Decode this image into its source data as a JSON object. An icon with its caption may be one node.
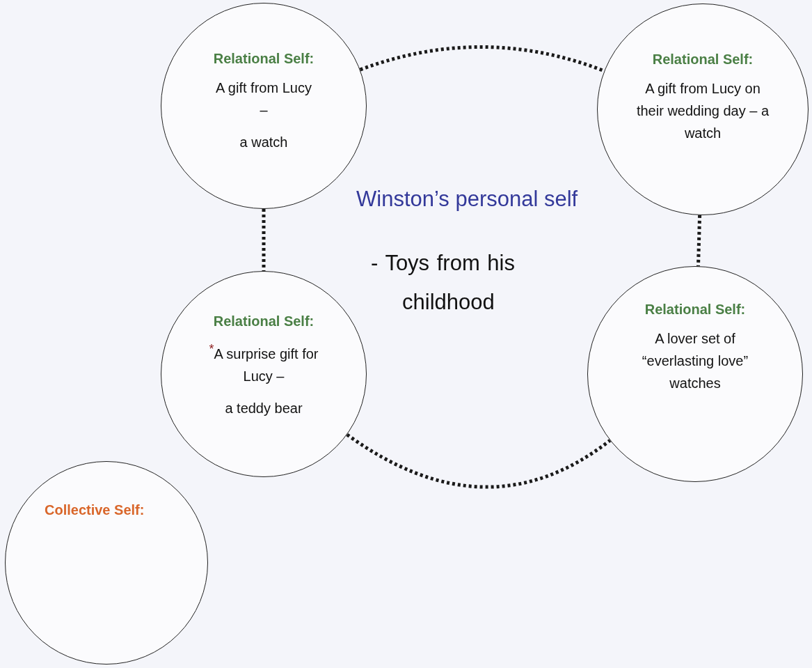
{
  "diagram": {
    "nodes": [
      {
        "text": [
          "Relational Self:",
          "A gift from Lucy –",
          "a watch"
        ]
      },
      {
        "text": [
          "Relational Self:",
          "A gift from Lucy on their wedding day – a watch"
        ]
      },
      {
        "text": [
          "Relational Self:",
          "$^{*}$A surprise gift for Lucy –",
          "a teddy bear"
        ]
      },
      {
        "text": [
          "Relational Self:",
          "A lover set of “everlasting love” watches"
        ]
      },
      {
        "text": [
          "Collective Self:"
        ]
      }
    ],
    "edges": [
      {
        "from": 0,
        "to": 1,
        "arrow": "none",
        "style": "dashed"
      },
      {
        "from": 0,
        "to": 2,
        "arrow": "none",
        "style": "dashed"
      },
      {
        "from": 1,
        "to": 3,
        "arrow": "none",
        "style": "dashed"
      },
      {
        "from": 2,
        "to": 3,
        "arrow": "none",
        "style": "dashed"
      }
    ],
    "labels": [
      "Winston’s personal self",
      "- Toys from his childhood"
    ]
  }
}
